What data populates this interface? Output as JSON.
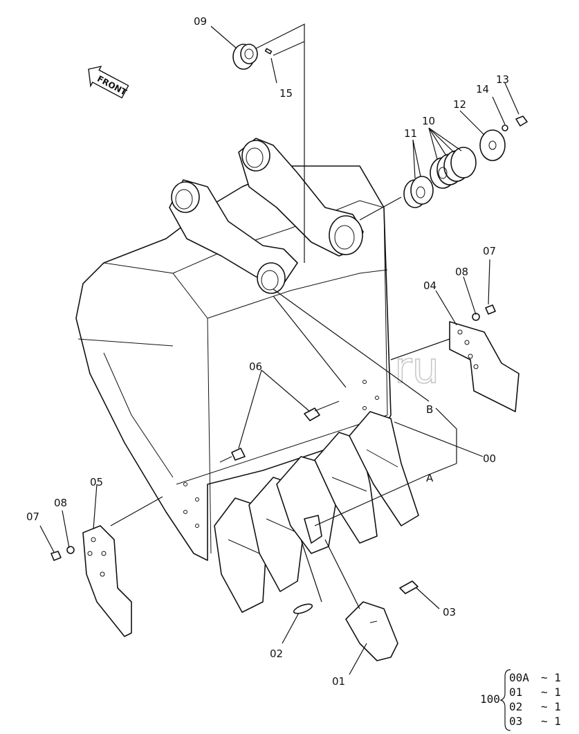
{
  "diagram": {
    "front_label": "FRONT",
    "watermark": "autopiter.ru",
    "part_labels": {
      "p09": "09",
      "p15": "15",
      "p14": "14",
      "p13": "13",
      "p12": "12",
      "p11": "11",
      "p10": "10",
      "p07_right": "07",
      "p08_right": "08",
      "p04": "04",
      "p06": "06",
      "pB": "B",
      "p00": "00",
      "pA": "A",
      "p05": "05",
      "p07_left": "07",
      "p08_left": "08",
      "p03": "03",
      "p02": "02",
      "p01": "01"
    },
    "kit_table": {
      "group": "100",
      "rows": [
        {
          "code": "00A",
          "qty_text": "~ 1"
        },
        {
          "code": "01",
          "qty_text": "~ 1"
        },
        {
          "code": "02",
          "qty_text": "~ 1"
        },
        {
          "code": "03",
          "qty_text": "~ 1"
        }
      ]
    }
  }
}
